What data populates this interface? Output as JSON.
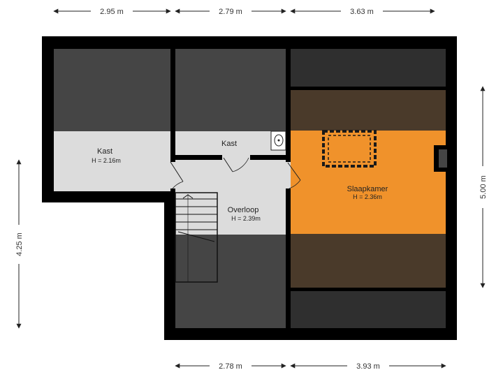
{
  "colors": {
    "wall": "#000000",
    "floor_gray": "#dcdcdc",
    "low_ceiling": "#454545",
    "eave": "#2f2f2f",
    "slope": "#4a3a2a",
    "bedroom": "#f0922b",
    "dim_line": "#222222"
  },
  "dimensions": {
    "top": [
      "2.95 m",
      "2.79 m",
      "3.63 m"
    ],
    "bottom": [
      "2.78 m",
      "3.93 m"
    ],
    "left": "4.25 m",
    "right": "5.00 m"
  },
  "rooms": {
    "kast_left": {
      "name": "Kast",
      "height": "H = 2.16m"
    },
    "kast_mid": {
      "name": "Kast"
    },
    "overloop": {
      "name": "Overloop",
      "height": "H = 2.39m"
    },
    "slaapkamer": {
      "name": "Slaapkamer",
      "height": "H = 2.36m"
    }
  },
  "icons": {
    "stairs": "stairs-icon",
    "sink": "sink-icon",
    "skylight": "skylight-icon",
    "chimney": "chimney-icon",
    "door": "door-swing-icon"
  }
}
